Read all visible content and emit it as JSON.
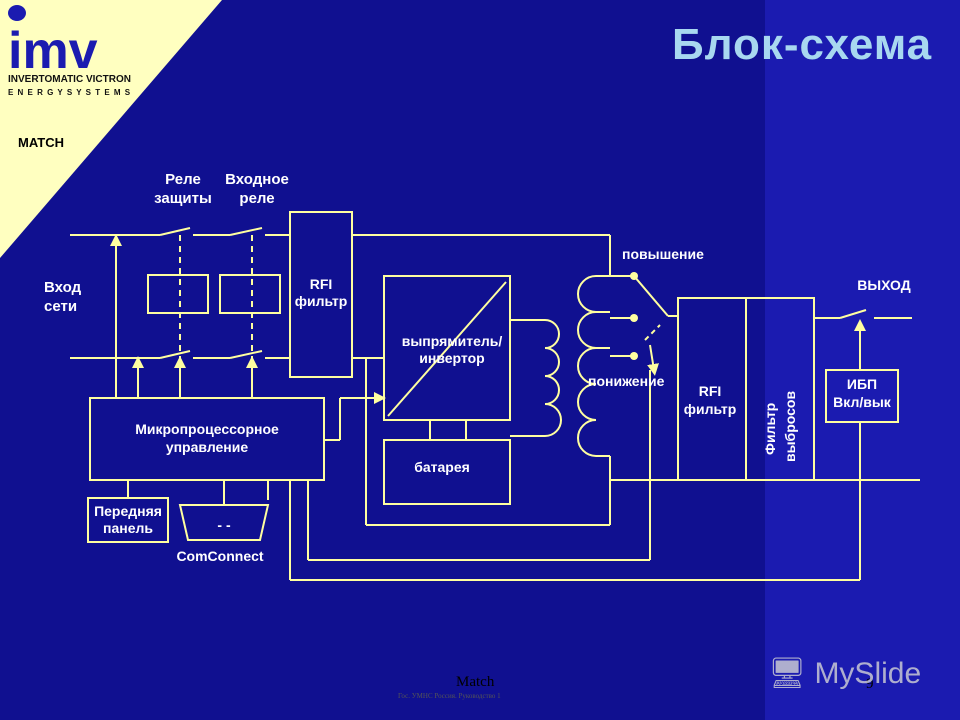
{
  "header": {
    "logo_mark": "imv",
    "logo_line1": "INVERTOMATIC VICTRON",
    "logo_line2": "E N E R G Y   S Y S T E M S",
    "match_label": "MATCH",
    "title": "Блок-схема"
  },
  "diagram": {
    "relay_protect": [
      "Реле",
      "защиты"
    ],
    "input_relay": [
      "Входное",
      "реле"
    ],
    "mains_in": [
      "Вход",
      "сети"
    ],
    "rfi_in": [
      "RFI",
      "фильтр"
    ],
    "rect_inv": [
      "выпрямитель/",
      "инвертор"
    ],
    "battery": "батарея",
    "boost": "повышение",
    "buck": "понижение",
    "rfi_out": [
      "RFI",
      "фильтр"
    ],
    "surge_filter": [
      "Фильтр",
      "выбросов"
    ],
    "output": "ВЫХОД",
    "ups_onoff": [
      "ИБП",
      "Вкл/вык"
    ],
    "micro": [
      "Микропроцессорное",
      "управление"
    ],
    "front_panel": [
      "Передняя",
      "панель"
    ],
    "comconnect": "ComConnect"
  },
  "footer": {
    "match": "Match",
    "small": "Гос. УМНС Россия. Руководство 1",
    "page": "9"
  },
  "watermark": "MySlide"
}
